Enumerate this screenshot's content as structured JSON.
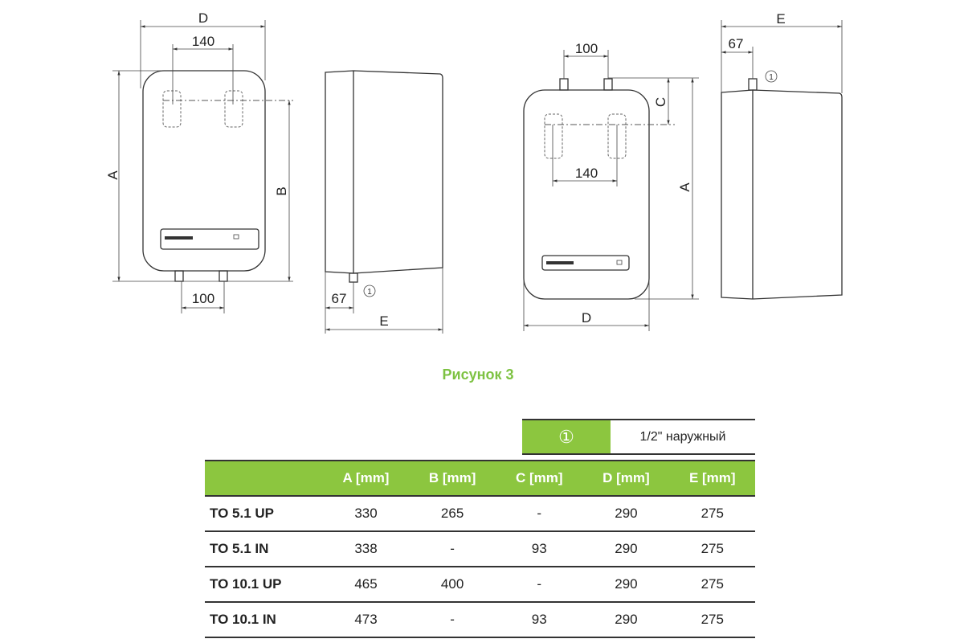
{
  "figure_title": "Рисунок 3",
  "drawing_labels": {
    "front_bottom": {
      "D": "D",
      "top_spacing": "140",
      "A": "A",
      "B": "B",
      "bottom_spacing": "100"
    },
    "side_bottom": {
      "offset": "67",
      "E": "E",
      "marker": "①"
    },
    "front_top": {
      "top_spacing": "100",
      "C": "C",
      "slot_spacing": "140",
      "A": "A",
      "D": "D"
    },
    "side_top": {
      "E": "E",
      "offset": "67",
      "marker": "①"
    }
  },
  "legend": {
    "symbol": "①",
    "text": "1/2\" наружный"
  },
  "colors": {
    "accent": "#8cc63f",
    "title": "#7dc242"
  },
  "table": {
    "headers": [
      "",
      "A [mm]",
      "B [mm]",
      "C [mm]",
      "D [mm]",
      "E [mm]"
    ],
    "rows": [
      [
        "TO 5.1 UP",
        "330",
        "265",
        "-",
        "290",
        "275"
      ],
      [
        "TO 5.1 IN",
        "338",
        "-",
        "93",
        "290",
        "275"
      ],
      [
        "TO 10.1 UP",
        "465",
        "400",
        "-",
        "290",
        "275"
      ],
      [
        "TO 10.1 IN",
        "473",
        "-",
        "93",
        "290",
        "275"
      ]
    ]
  }
}
